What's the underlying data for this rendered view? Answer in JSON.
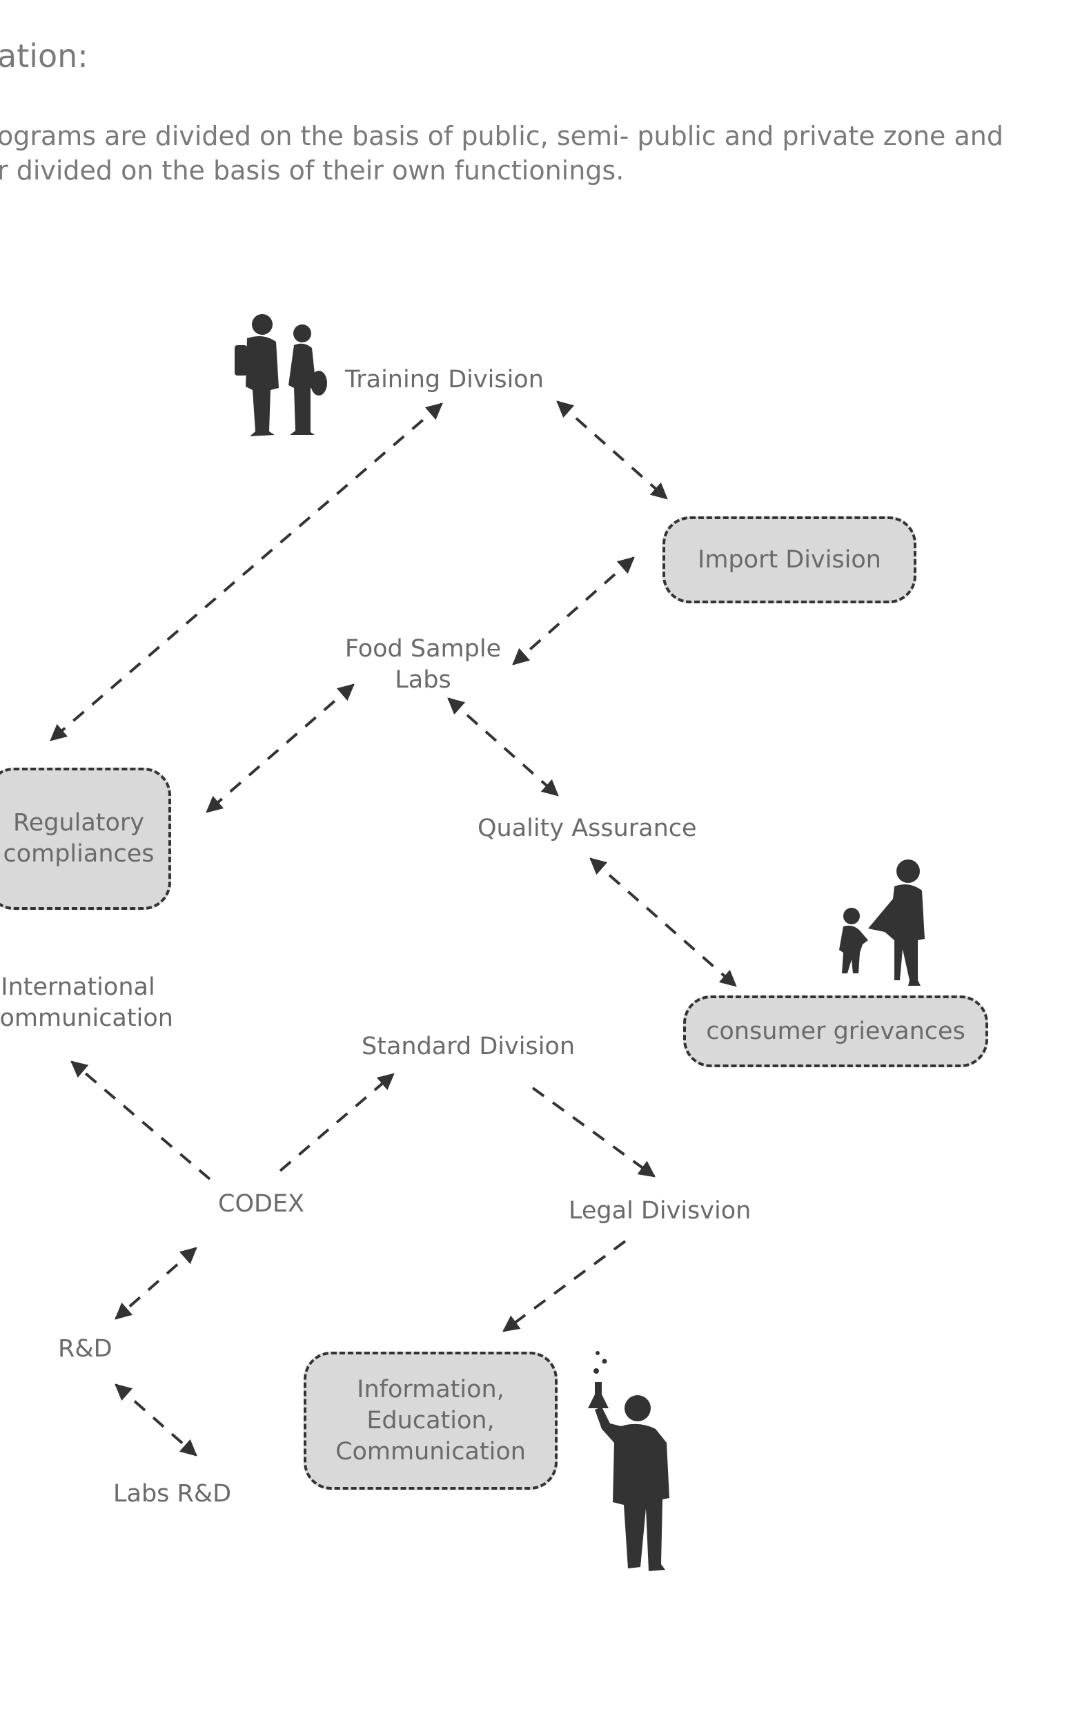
{
  "header": {
    "title": "ation:",
    "desc_line1": "ograms are divided on the basis of public, semi- public and private zone and",
    "desc_line2": "r divided on the basis of their own functionings."
  },
  "nodes": {
    "training": "Training Division",
    "import": "Import Division",
    "food_line1": "Food Sample",
    "food_line2": "Labs",
    "regulatory_line1": "Regulatory",
    "regulatory_line2": "compliances",
    "quality": "Quality Assurance",
    "consumer": "consumer grievances",
    "international_line1": "International",
    "international_line2": "Communication",
    "standard": "Standard Division",
    "codex": "CODEX",
    "legal": "Legal Divisvion",
    "rd": "R&D",
    "labs_rd": "Labs R&D",
    "iec_line1": "Information,",
    "iec_line2": "Education,",
    "iec_line3": "Communication"
  },
  "icons": {
    "top": "two-people-silhouette-icon",
    "consumer": "mother-and-child-silhouette-icon",
    "scientist": "scientist-with-flask-silhouette-icon"
  },
  "colors": {
    "box_fill": "#d9d9d9",
    "stroke": "#333333",
    "text": "#6a6a6a"
  }
}
